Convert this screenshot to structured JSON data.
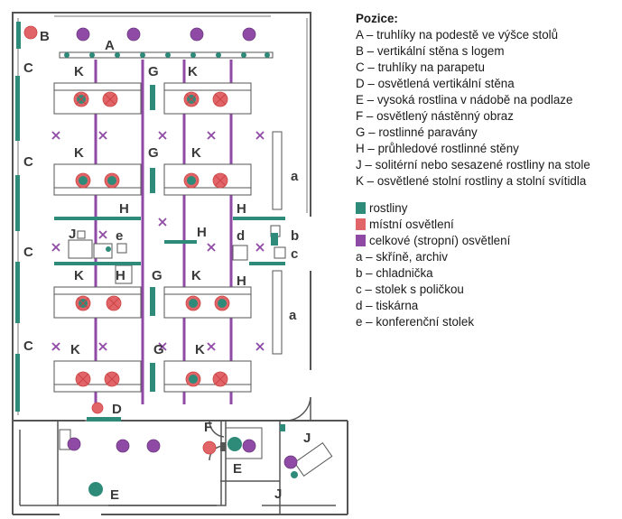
{
  "legend": {
    "heading": "Pozice:",
    "positions": [
      {
        "key": "A",
        "text": "truhlíky na podestě ve výšce stolů"
      },
      {
        "key": "B",
        "text": "vertikální stěna s logem"
      },
      {
        "key": "C",
        "text": "truhlíky na parapetu"
      },
      {
        "key": "D",
        "text": "osvětlená vertikální stěna"
      },
      {
        "key": "E",
        "text": "vysoká rostlina v nádobě na podlaze"
      },
      {
        "key": "F",
        "text": "osvětlený nástěnný obraz"
      },
      {
        "key": "G",
        "text": "rostlinné paravány"
      },
      {
        "key": "H",
        "text": "průhledové rostlinné stěny"
      },
      {
        "key": "J",
        "text": "solitérní nebo sesazené rostliny na stole"
      },
      {
        "key": "K",
        "text": "osvětlené stolní rostliny a stolní svítidla"
      }
    ],
    "colors": [
      {
        "label": "rostliny",
        "color": "#2e8b7a"
      },
      {
        "label": "místní osvětlení",
        "color": "#e06468"
      },
      {
        "label": "celkové (stropní) osvětlení",
        "color": "#8f4aa6"
      }
    ],
    "furniture": [
      {
        "key": "a",
        "text": "skříně, archiv"
      },
      {
        "key": "b",
        "text": "chladnička"
      },
      {
        "key": "c",
        "text": "stolek s poličkou"
      },
      {
        "key": "d",
        "text": "tiskárna"
      },
      {
        "key": "e",
        "text": "konferenční stolek"
      }
    ]
  },
  "plan_labels": {
    "A": "A",
    "B": "B",
    "C": "C",
    "D": "D",
    "E": "E",
    "F": "F",
    "G": "G",
    "H": "H",
    "J": "J",
    "K": "K",
    "a": "a",
    "b": "b",
    "c": "c",
    "d": "d",
    "e": "e"
  },
  "colors": {
    "plant": "#2e8b7a",
    "local_light": "#e06468",
    "ceiling_light": "#8f4aa6",
    "wall": "#555555"
  }
}
